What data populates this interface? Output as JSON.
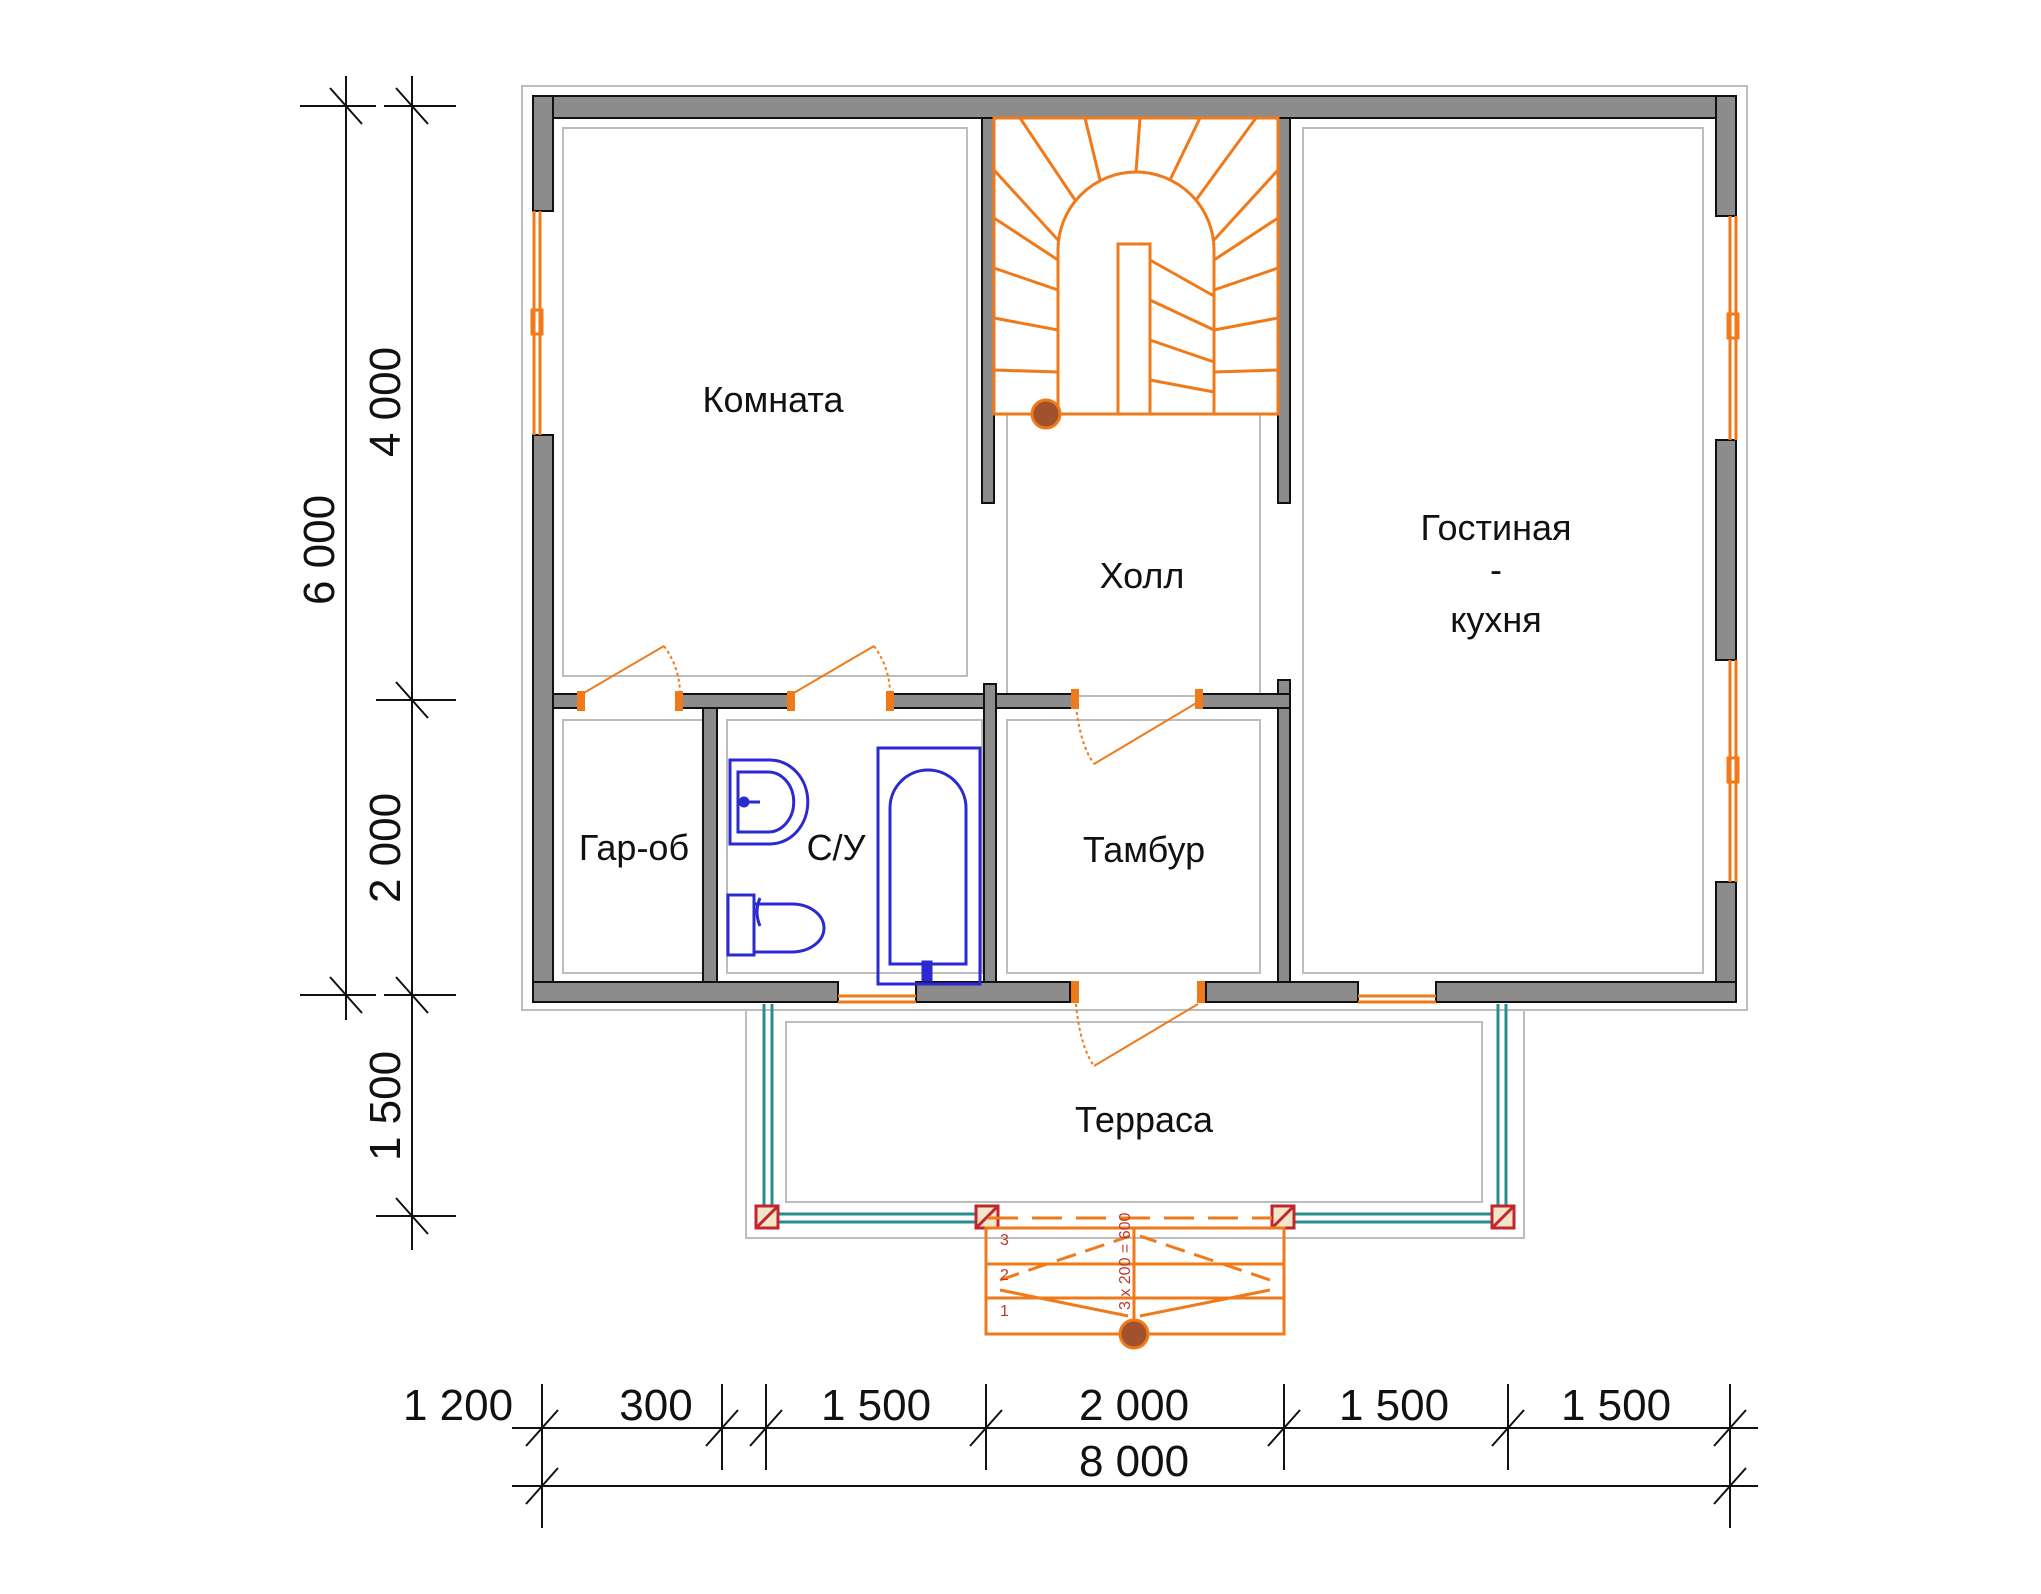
{
  "rooms": {
    "komnata": "Комната",
    "holl": "Холл",
    "gostinaya_line1": "Гостиная",
    "gostinaya_dash": "-",
    "gostinaya_line2": "кухня",
    "garob": "Гар-об",
    "su": "С/У",
    "tambur": "Тамбур",
    "terrasa": "Терраса"
  },
  "dimensions": {
    "vertical": {
      "total": "6 000",
      "upper": "4 000",
      "lower": "2 000",
      "terrace": "1 500"
    },
    "horizontal": {
      "segments": [
        "1 200",
        "300",
        "1 500",
        "2 000",
        "1 500",
        "1 500"
      ],
      "total": "8 000"
    }
  },
  "porch": {
    "step_numbers": [
      "3",
      "2",
      "1"
    ],
    "note": "3 x 200 = 600"
  },
  "colors": {
    "wall": "#8c8c8c",
    "stair": "#f07a1a",
    "fixtures": "#2a2ad0",
    "terrace_rail": "#2a8c8c",
    "post": "#c0262b",
    "dim_line": "#111111"
  }
}
